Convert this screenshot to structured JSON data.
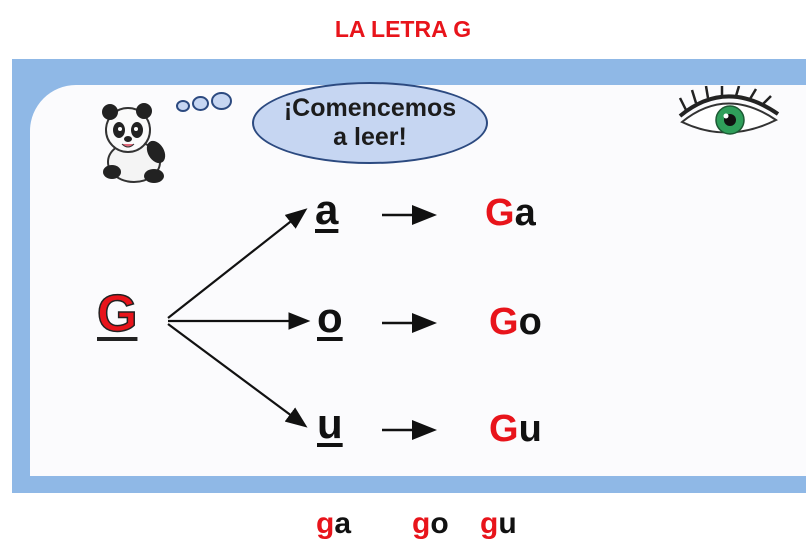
{
  "title": "LA LETRA G",
  "bubble": {
    "line1": "¡Comencemos",
    "line2": "a leer!"
  },
  "main_letter": "G",
  "rows": [
    {
      "vowel": "a",
      "result_initial": "G",
      "result_rest": "a"
    },
    {
      "vowel": "o",
      "result_initial": "G",
      "result_rest": "o"
    },
    {
      "vowel": "u",
      "result_initial": "G",
      "result_rest": "u"
    }
  ],
  "syllables": [
    {
      "initial": "g",
      "rest": "a"
    },
    {
      "initial": "g",
      "rest": "o"
    },
    {
      "initial": "g",
      "rest": "u"
    }
  ],
  "icons": {
    "mascot": "panda-icon",
    "eye": "eye-icon"
  },
  "colors": {
    "accent": "#e8141b",
    "frame": "#8fb8e6",
    "bubble": "#c6d6f2"
  }
}
